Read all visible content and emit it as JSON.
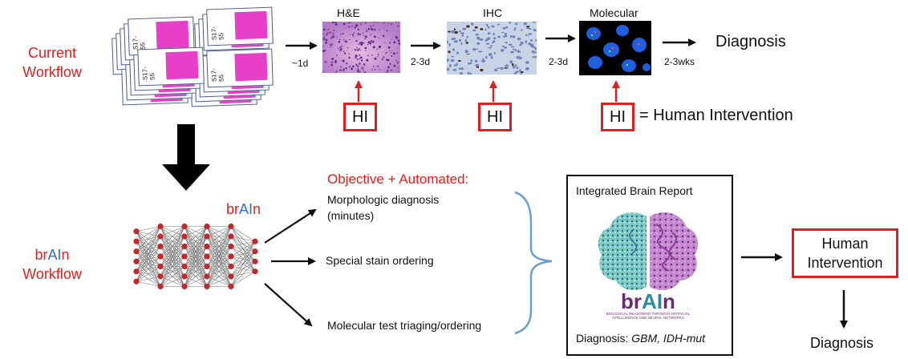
{
  "current_workflow": {
    "label_line1": "Current",
    "label_line2": "Workflow",
    "slide_label": "S17-\n55",
    "steps": [
      {
        "title": "H&E",
        "time": "~1d"
      },
      {
        "title": "IHC",
        "time": "2-3d"
      },
      {
        "title": "Molecular",
        "time": "2-3d"
      }
    ],
    "final_time": "2-3wks",
    "final_label": "Diagnosis",
    "hi_label": "HI",
    "hi_legend": "= Human Intervention"
  },
  "brain_workflow": {
    "label_part1": "br",
    "label_part2": "AI",
    "label_part3": "n",
    "label_line2": "Workflow",
    "net_label_part1": "br",
    "net_label_part2": "AI",
    "net_label_part3": "n",
    "objective_heading": "Objective + Automated:",
    "outputs": [
      {
        "line1": "Morphologic diagnosis",
        "line2": "(minutes)"
      },
      {
        "line1": "Special stain ordering",
        "line2": ""
      },
      {
        "line1": "Molecular test triaging/ordering",
        "line2": ""
      }
    ],
    "report": {
      "title": "Integrated Brain Report",
      "logo_text_part1": "br",
      "logo_text_part2": "AI",
      "logo_text_part3": "n",
      "logo_subtitle": "BIOLOGICAL REASONING THROUGH ARTIFICIAL INTELLIGENCE AND NEURAL NETWORKS",
      "diagnosis_prefix": "Diagnosis:",
      "diagnosis_value": "GBM, IDH-mut"
    },
    "human_intervention_line1": "Human",
    "human_intervention_line2": "Intervention",
    "final_label": "Diagnosis"
  },
  "colors": {
    "red": "#e02020",
    "blue": "#2e6fc9",
    "slide_pink": "#e83fc8",
    "brain_teal": "#4aa8a8",
    "brain_purple": "#a05aa8",
    "node_red": "#c0282a"
  }
}
